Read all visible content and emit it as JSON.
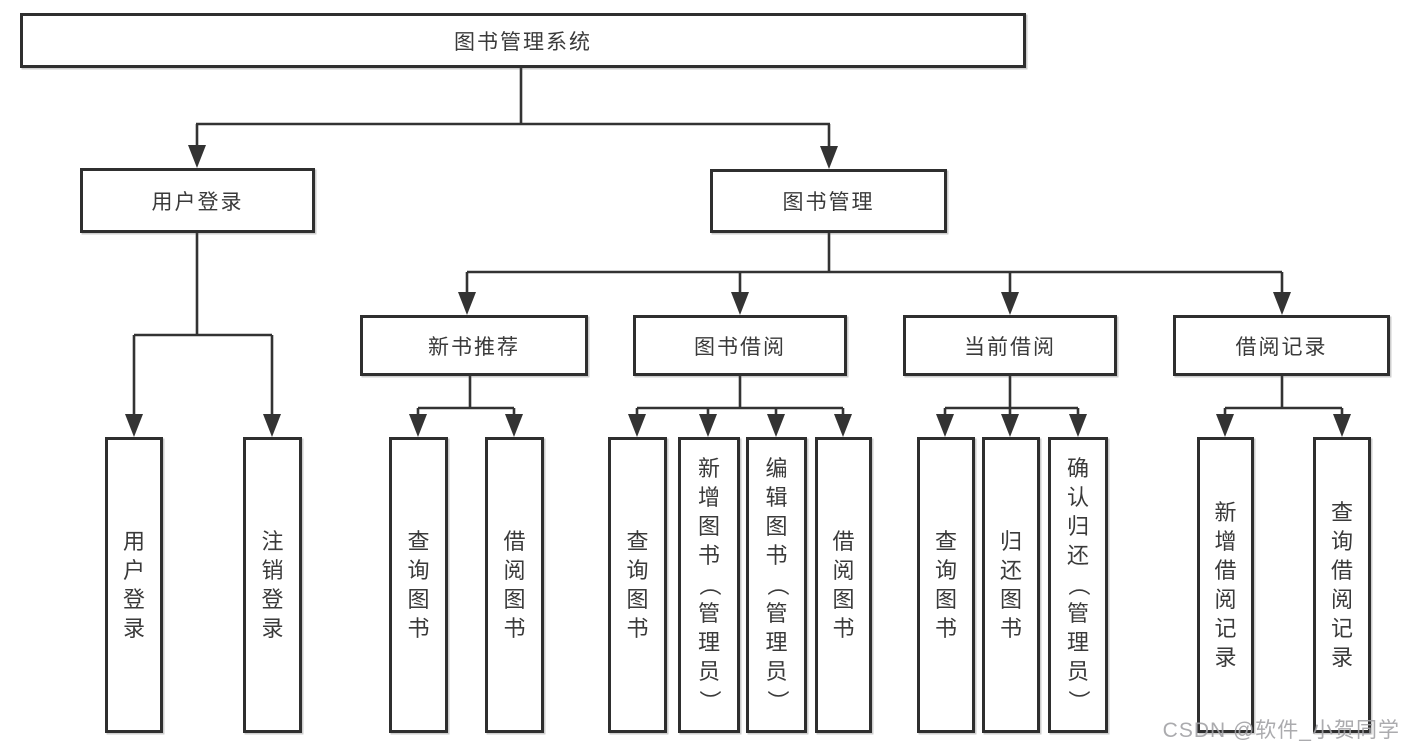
{
  "diagram": {
    "title": "图书管理系统",
    "watermark": "CSDN @软件_小贺同学",
    "colors": {
      "line": "#333333",
      "box_border": "#2f2f2f",
      "text": "#3a3a3a",
      "watermark": "#a2a2a6",
      "background": "#ffffff"
    },
    "nodes": {
      "root": "图书管理系统",
      "user_login": "用户登录",
      "book_mgmt": "图书管理",
      "new_book_rec": "新书推荐",
      "book_borrow": "图书借阅",
      "current_borrow": "当前借阅",
      "borrow_records": "借阅记录",
      "leaf_user_login": "用户登录",
      "leaf_logout": "注销登录",
      "leaf_nbr_query": "查询图书",
      "leaf_nbr_borrow": "借阅图书",
      "leaf_bb_query": "查询图书",
      "leaf_bb_add": "新增图书（管理员）",
      "leaf_bb_edit": "编辑图书（管理员）",
      "leaf_bb_borrow": "借阅图书",
      "leaf_cb_query": "查询图书",
      "leaf_cb_return": "归还图书",
      "leaf_cb_confirm": "确认归还（管理员）",
      "leaf_br_add": "新增借阅记录",
      "leaf_br_query": "查询借阅记录"
    },
    "hierarchy": {
      "图书管理系统": {
        "用户登录": [
          "用户登录",
          "注销登录"
        ],
        "图书管理": {
          "新书推荐": [
            "查询图书",
            "借阅图书"
          ],
          "图书借阅": [
            "查询图书",
            "新增图书（管理员）",
            "编辑图书（管理员）",
            "借阅图书"
          ],
          "当前借阅": [
            "查询图书",
            "归还图书",
            "确认归还（管理员）"
          ],
          "借阅记录": [
            "新增借阅记录",
            "查询借阅记录"
          ]
        }
      }
    }
  }
}
